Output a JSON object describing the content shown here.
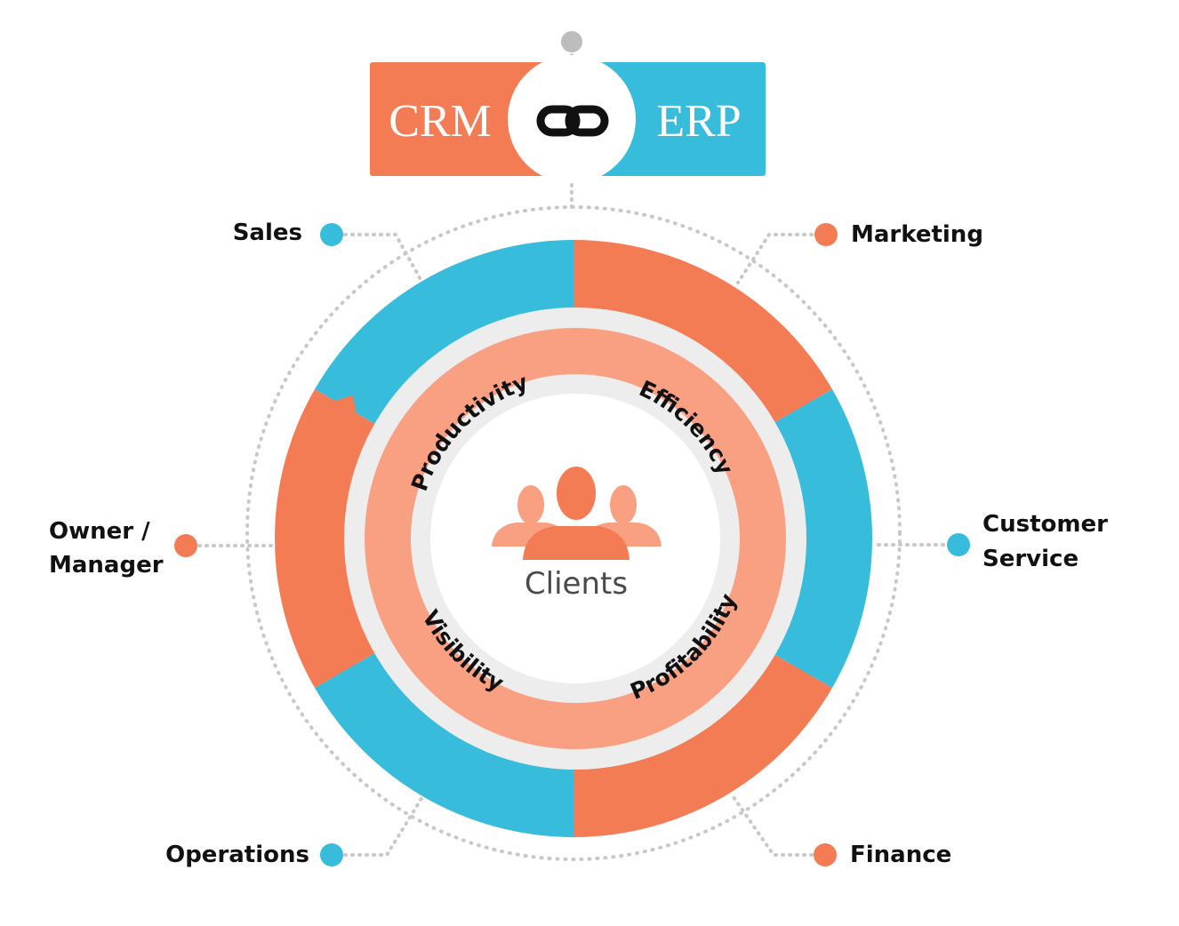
{
  "colors": {
    "orange": "#F47C55",
    "blue": "#38BCDC",
    "salmon": "#F9A083",
    "light_gray": "#EDEDED",
    "dark_gray": "#4A4A4A",
    "dot_gray": "#BDBDBD",
    "dotted_line": "#C8C8C8"
  },
  "header": {
    "left_label": "CRM",
    "right_label": "ERP",
    "connector_icon": "link-icon"
  },
  "center": {
    "label": "Clients",
    "icon": "people-group-icon"
  },
  "inner_ring": {
    "labels": [
      "Productivity",
      "Efficiency",
      "Profitability",
      "Visibility"
    ]
  },
  "departments": [
    {
      "id": "sales",
      "label": "Sales",
      "color": "blue"
    },
    {
      "id": "marketing",
      "label": "Marketing",
      "color": "orange"
    },
    {
      "id": "customer_service",
      "label_lines": [
        "Customer",
        "Service"
      ],
      "color": "blue"
    },
    {
      "id": "finance",
      "label": "Finance",
      "color": "orange"
    },
    {
      "id": "operations",
      "label": "Operations",
      "color": "blue"
    },
    {
      "id": "owner_manager",
      "label_lines": [
        "Owner /",
        "Manager"
      ],
      "color": "orange"
    }
  ]
}
